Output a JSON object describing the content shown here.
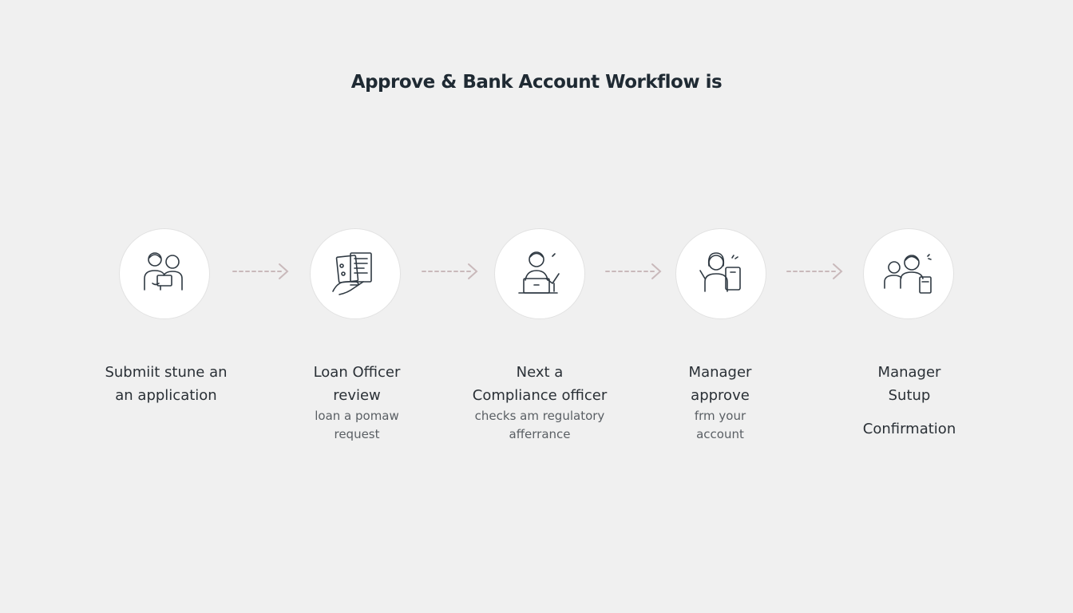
{
  "title": "Approve & Bank Account Workflow is",
  "steps": [
    {
      "icon": "applicants-with-tablet-icon",
      "title_line1": "Submiit stune an",
      "title_line2": "an application",
      "desc_line1": "",
      "desc_line2": ""
    },
    {
      "icon": "document-review-icon",
      "title_line1": "Loan Officer",
      "title_line2": "review",
      "desc_line1": "loan a pomaw",
      "desc_line2": "request"
    },
    {
      "icon": "officer-at-laptop-icon",
      "title_line1": "Next a",
      "title_line2": "Compliance officer",
      "desc_line1": "checks am regulatory",
      "desc_line2": "afferrance"
    },
    {
      "icon": "manager-with-tablet-icon",
      "title_line1": "Manager",
      "title_line2": "approve",
      "desc_line1": "frm your",
      "desc_line2": "account"
    },
    {
      "icon": "setup-confirmation-icon",
      "title_line1": "Manager",
      "title_line2": "Sutup",
      "desc_line1": "",
      "desc_line2": "",
      "note": "Confirmation"
    }
  ],
  "colors": {
    "background": "#f0f0f0",
    "icon_stroke": "#2f3942",
    "arrow": "#c9b9bb",
    "title": "#1f2a33"
  }
}
